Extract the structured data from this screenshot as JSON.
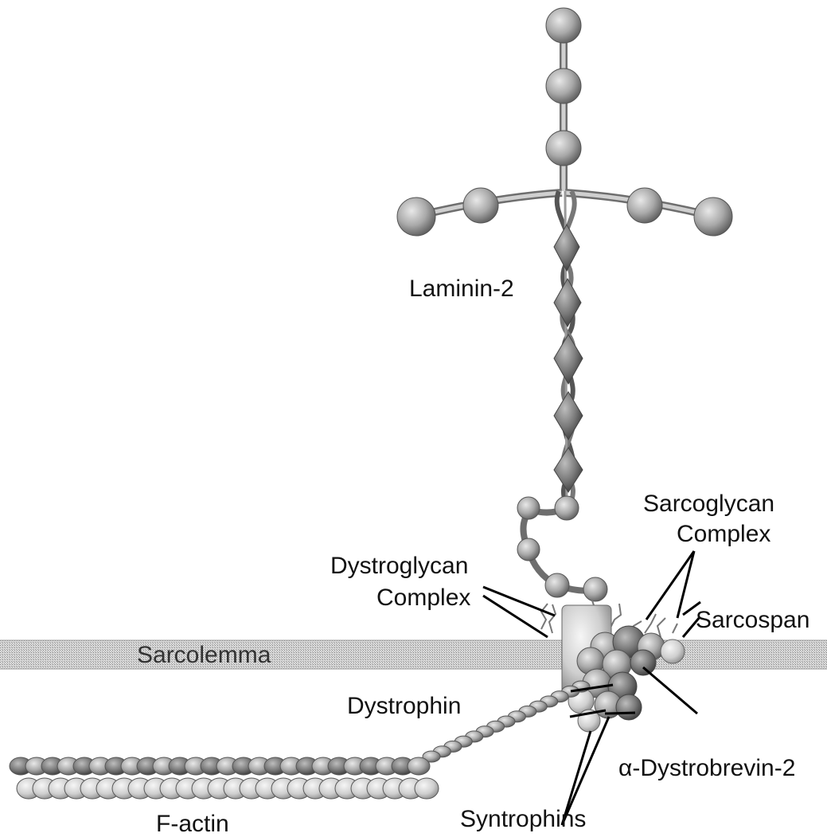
{
  "labels": {
    "laminin": "Laminin-2",
    "sarcoglycan_line1": "Sarcoglycan",
    "sarcoglycan_line2": "Complex",
    "dystroglycan_line1": "Dystroglycan",
    "dystroglycan_line2": "Complex",
    "sarcospan": "Sarcospan",
    "sarcolemma": "Sarcolemma",
    "dystrophin": "Dystrophin",
    "dystrobrevin": "α-Dystrobrevin-2",
    "syntrophins": "Syntrophins",
    "factin": "F-actin"
  }
}
